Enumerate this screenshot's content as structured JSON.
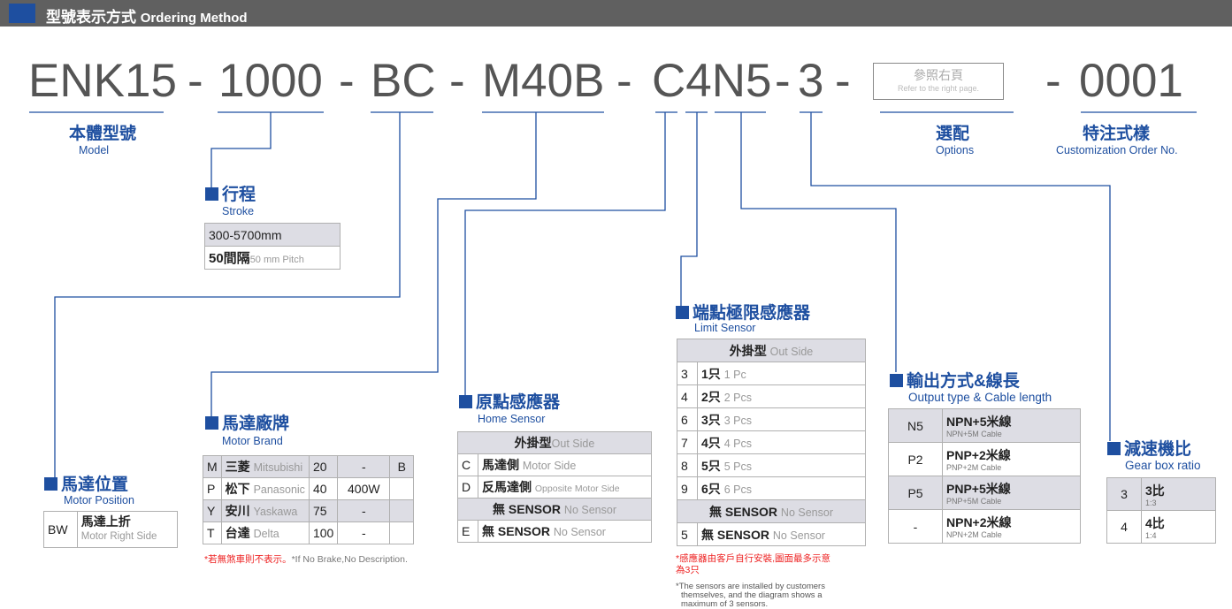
{
  "header": {
    "title_zh": "型號表示方式",
    "title_en": "Ordering Method"
  },
  "code": {
    "s1": "ENK15",
    "d1": "-",
    "s2": "1000",
    "d2": "-",
    "s3": "BC",
    "d3": "-",
    "s4": "M40B",
    "d4": "-",
    "s5": "C4N5",
    "d5": "-",
    "s6": "3",
    "d6": "-",
    "d7": "-",
    "s7": "0001"
  },
  "options_box": {
    "zh": "參照右頁",
    "en": "Refer to the right page."
  },
  "model": {
    "zh": "本體型號",
    "en": "Model"
  },
  "options": {
    "zh": "選配",
    "en": "Options"
  },
  "custom": {
    "zh": "特注式樣",
    "en": "Customization Order No."
  },
  "stroke": {
    "zh": "行程",
    "en": "Stroke",
    "range": "300-5700mm",
    "pitch_zh": "50間隔",
    "pitch_en": "50 mm Pitch"
  },
  "motor_position": {
    "zh": "馬達位置",
    "en": "Motor Position",
    "code": "BW",
    "desc_zh": "馬達上折",
    "desc_en": "Motor Right Side"
  },
  "motor_brand": {
    "zh": "馬達廠牌",
    "en": "Motor Brand",
    "rows": [
      {
        "code": "M",
        "zh": "三菱",
        "en": "Mitsubishi",
        "size": "20",
        "watt": "-",
        "brake": "B"
      },
      {
        "code": "P",
        "zh": "松下",
        "en": "Panasonic",
        "size": "40",
        "watt": "400W",
        "brake": ""
      },
      {
        "code": "Y",
        "zh": "安川",
        "en": "Yaskawa",
        "size": "75",
        "watt": "-",
        "brake": ""
      },
      {
        "code": "T",
        "zh": "台達",
        "en": "Delta",
        "size": "100",
        "watt": "-",
        "brake": ""
      }
    ],
    "note_zh": "*若無煞車則不表示。",
    "note_en": "*If No Brake,No Description."
  },
  "home_sensor": {
    "zh": "原點感應器",
    "en": "Home Sensor",
    "head_zh": "外掛型",
    "head_en": "Out Side",
    "rows": [
      {
        "code": "C",
        "zh": "馬達側",
        "en": "Motor Side"
      },
      {
        "code": "D",
        "zh": "反馬達側",
        "en": "Opposite Motor Side"
      }
    ],
    "none_zh": "無 SENSOR",
    "none_en": "No Sensor",
    "none_code": "E"
  },
  "limit_sensor": {
    "zh": "端點極限感應器",
    "en": "Limit Sensor",
    "head_zh": "外掛型",
    "head_en": "Out Side",
    "rows": [
      {
        "code": "3",
        "zh": "1只",
        "en": "1 Pc"
      },
      {
        "code": "4",
        "zh": "2只",
        "en": "2 Pcs"
      },
      {
        "code": "6",
        "zh": "3只",
        "en": "3 Pcs"
      },
      {
        "code": "7",
        "zh": "4只",
        "en": "4 Pcs"
      },
      {
        "code": "8",
        "zh": "5只",
        "en": "5 Pcs"
      },
      {
        "code": "9",
        "zh": "6只",
        "en": "6 Pcs"
      }
    ],
    "none_zh": "無 SENSOR",
    "none_en": "No Sensor",
    "none_code": "5",
    "note_zh1": "*感應器由客戶自行安裝,圖面最多示意",
    "note_zh2": "為3只",
    "note_en1": "*The sensors are installed by customers",
    "note_en2": "themselves, and the diagram shows a",
    "note_en3": "maximum of 3 sensors."
  },
  "output": {
    "zh": "輸出方式&線長",
    "en": "Output type & Cable length",
    "rows": [
      {
        "code": "N5",
        "zh": "NPN+5米線",
        "en": "NPN+5M Cable"
      },
      {
        "code": "P2",
        "zh": "PNP+2米線",
        "en": "PNP+2M Cable"
      },
      {
        "code": "P5",
        "zh": "PNP+5米線",
        "en": "PNP+5M Cable"
      },
      {
        "code": "-",
        "zh": "NPN+2米線",
        "en": "NPN+2M Cable"
      }
    ]
  },
  "gear": {
    "zh": "減速機比",
    "en": "Gear box ratio",
    "rows": [
      {
        "code": "3",
        "zh": "3比",
        "en": "1:3"
      },
      {
        "code": "4",
        "zh": "4比",
        "en": "1:4"
      }
    ]
  },
  "colors": {
    "accent": "#1e4fa0",
    "header": "#606060",
    "note": "#e22222"
  }
}
